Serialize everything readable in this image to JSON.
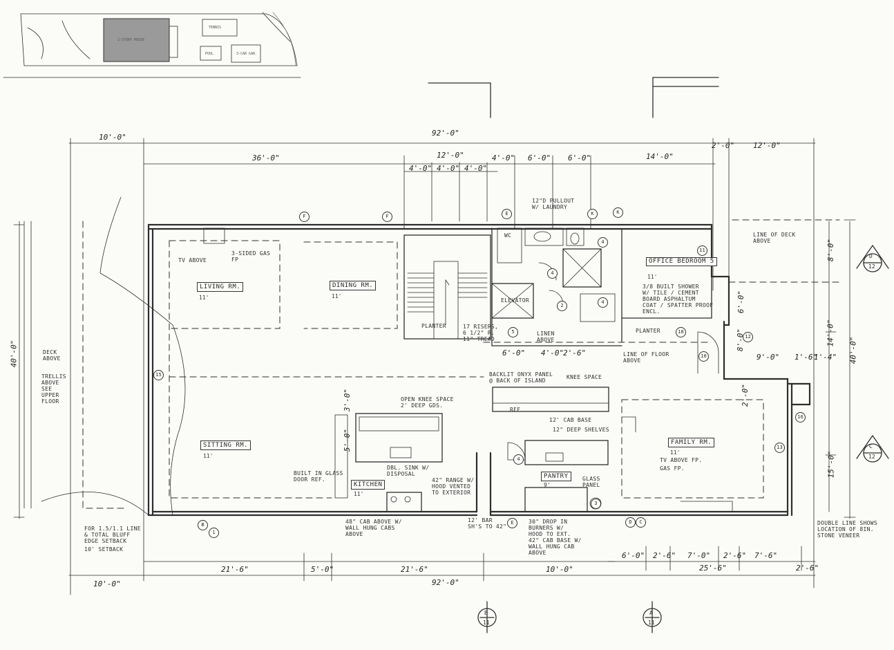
{
  "site_plan": {
    "house_label": "2-STORY HOUSE",
    "tennis": "TENNIS",
    "pool": "POOL",
    "garage": "3-CAR GAR."
  },
  "overall": {
    "top_total": "92'-0\"",
    "bottom_total": "92'-0\"",
    "left_depth": "40'-0\"",
    "right_depth": "40'-0\"",
    "left_setback_top": "10'-0\"",
    "left_setback_bottom": "10'-0\""
  },
  "top_dims": {
    "d36": "36'-0\"",
    "d12": "12'-0\"",
    "d4a": "4'-0\"",
    "d6a": "6'-0\"",
    "d6b": "6'-0\"",
    "d14": "14'-0\"",
    "d2": "2'-0\"",
    "d12r": "12'-0\"",
    "s4a": "4'-0\"",
    "s4b": "4'-0\"",
    "s4c": "4'-0\""
  },
  "bottom_dims": {
    "b21a": "21'-6\"",
    "b5": "5'-0\"",
    "b21b": "21'-6\"",
    "b10": "10'-0\"",
    "b6": "6'-0\"",
    "b26a": "2'-6\"",
    "b7": "7'-0\"",
    "b26b": "2'-6\"",
    "b76": "7'-6\"",
    "b25": "25'-6\"",
    "b26c": "2'-6\""
  },
  "right_dims": {
    "r8": "8'-0\"",
    "r14": "14'-0\"",
    "r15": "15'-0\""
  },
  "inner_dims": {
    "i6": "6'-0\"",
    "i4": "4'-0\"",
    "i26": "2'-6\"",
    "i9": "9'-0\"",
    "i16": "1'-6\"",
    "i14": "1'-4\"",
    "i8": "8'-0\"",
    "i6v": "6'-0\"",
    "i2": "2'-0\"",
    "i5": "5'-0\"",
    "i3": "3'-0\""
  },
  "rooms": {
    "living": "LIVING RM.",
    "living_h": "11'",
    "dining": "DINING RM.",
    "dining_h": "11'",
    "sitting": "SITTING RM.",
    "sitting_h": "11'",
    "kitchen": "KITCHEN",
    "kitchen_h": "11'",
    "pantry": "PANTRY",
    "pantry_h": "9'",
    "family": "FAMILY RM.",
    "family_h": "11'",
    "office": "OFFICE\nBEDROOM 5",
    "office_h": "11'",
    "elevator": "ELEVATOR"
  },
  "notes": {
    "tv_above": "TV ABOVE",
    "gas_fp": "3-SIDED GAS\nFP",
    "knee_space": "OPEN KNEE SPACE\n2' DEEP GDS.",
    "backlit": "BACKLIT ONYX PANEL\n@ BACK OF ISLAND",
    "knee2": "KNEE SPACE",
    "cab_base": "12' CAB BASE",
    "deep": "12\" DEEP SHELVES",
    "dbl_sink": "DBL. SINK W/\nDISPOSAL",
    "builtin": "BUILT IN GLASS\nDOOR REF.",
    "range": "42\" RANGE W/\nHOOD VENTED\nTO EXTERIOR",
    "cab_above": "48\" CAB ABOVE W/\nWALL HUNG CABS\nABOVE",
    "bar": "12' BAR\nSH'S TO 42\"",
    "drop": "30\" DROP IN\nBURNERS W/\nHOOD TO EXT.\n42\" CAB BASE W/\nWALL HUNG CAB\nABOVE",
    "glass": "GLASS\nPANEL",
    "family_tv": "TV ABOVE FP.",
    "family_gas": "GAS FP.",
    "ft_bluff": "FOR 1.5/1.1 LINE\n& TOTAL BLUFF\nEDGE SETBACK",
    "setback": "10' SETBACK",
    "deck_above": "DECK\nABOVE",
    "trellis": "TRELLIS\nABOVE\nSEE\nUPPER\nFLOOR",
    "deck_line": "LINE OF DECK\nABOVE",
    "floor_line": "LINE OF FLOOR\nABOVE",
    "planter": "PLANTER",
    "planter2": "PLANTER",
    "stair": "17 RISERS,\n6 1/2\" R.\n11\" TREAD",
    "shower": "3/8 BUILT SHOWER\nW/ TILE / CEMENT\nBOARD ASPHALTUM\nCOAT / SPATTER PROOF\nENCL.",
    "linen": "LINEN\nABOVE",
    "pullout": "12\"D PULLOUT\nW/ LAUNDRY",
    "double_line": "DOUBLE LINE SHOWS\nLOCATION OF 8IN.\nSTONE VENEER",
    "wc": "WC",
    "ref": "REF"
  },
  "section_marks": {
    "a": "A",
    "a_sheet": "11",
    "b": "B",
    "b_sheet": "11",
    "c": "C",
    "c_sheet": "12",
    "d": "D",
    "d_sheet": "12"
  },
  "tags": {
    "t1": "1",
    "t2": "2",
    "t3": "3",
    "t4": "4",
    "t5": "5",
    "t10": "10",
    "t11": "11",
    "t12": "12",
    "t13": "13",
    "t15": "15",
    "t16": "16",
    "t18": "18",
    "tF": "F",
    "tE": "E",
    "tK": "K",
    "tB": "B",
    "tD": "D",
    "tC": "C"
  }
}
